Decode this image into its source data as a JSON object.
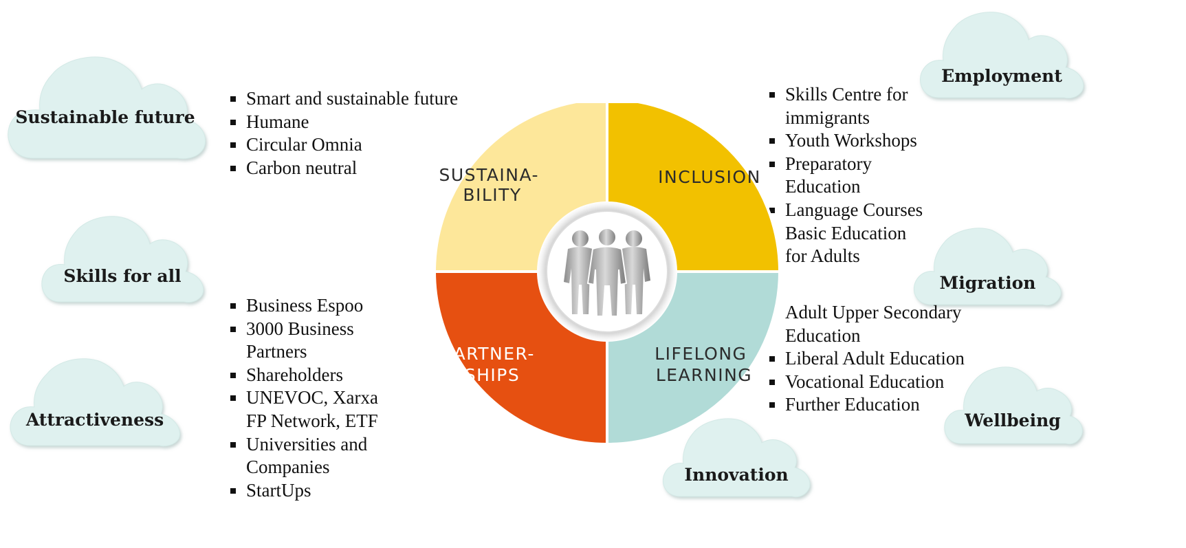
{
  "clouds": {
    "sustainable_future": "Sustainable future",
    "skills_for_all": "Skills for all",
    "attractiveness": "Attractiveness",
    "employment": "Employment",
    "migration": "Migration",
    "wellbeing": "Wellbeing",
    "innovation": "Innovation"
  },
  "quadrants": {
    "sustainability": [
      "SUSTAINA-",
      "BILITY"
    ],
    "inclusion": [
      "INCLUSION"
    ],
    "partnerships": [
      "PARTNER-",
      "SHIPS"
    ],
    "lifelong_learning": [
      "LIFELONG",
      "LEARNING"
    ]
  },
  "colors": {
    "sustainability": "#fde79a",
    "inclusion": "#f2c100",
    "partnerships": "#e65011",
    "lifelong_learning": "#b1dbd7",
    "cloud_fill": "#dff1ef"
  },
  "center_icon": "three-people-icon",
  "lists": {
    "sustainability": [
      "Smart and sustainable future",
      "Humane",
      "Circular Omnia",
      "Carbon neutral"
    ],
    "inclusion": [
      "Skills Centre for immigrants",
      "Youth Workshops",
      "Preparatory Education",
      "Language Courses",
      "Basic Education for Adults"
    ],
    "partnerships": [
      "Business Espoo",
      "3000 Business Partners",
      "Shareholders",
      "UNEVOC, Xarxa FP Network, ETF",
      "Universities and Companies",
      "StartUps"
    ],
    "lifelong_learning": [
      "Adult Upper Secondary Education",
      "Liberal Adult Education",
      "Vocational Education",
      "Further Education"
    ]
  }
}
